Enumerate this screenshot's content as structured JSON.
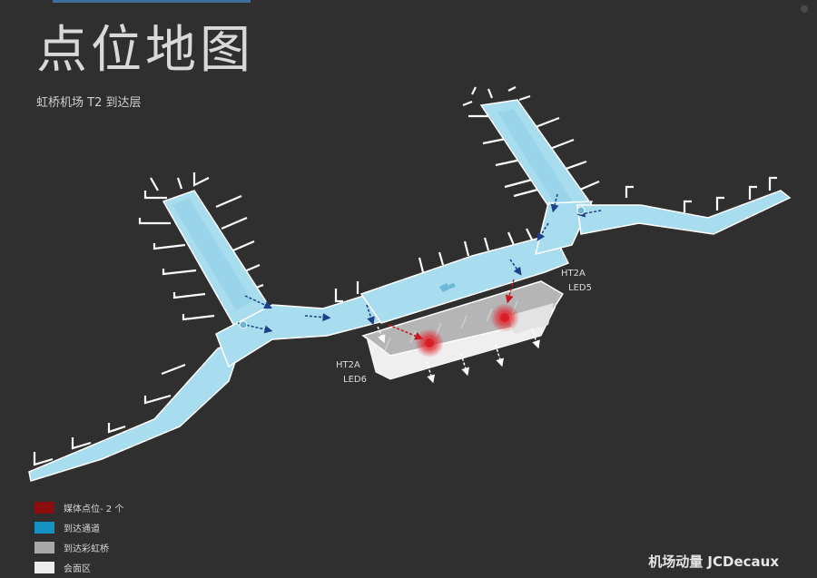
{
  "title": "点位地图",
  "subtitle": "虹桥机场 T2 到达层",
  "map": {
    "labels": {
      "ht2a_led5": [
        "HT2A",
        "LED5"
      ],
      "ht2a_led6": [
        "HT2A",
        "LED6"
      ]
    },
    "colors": {
      "corridor": "#a8dcef",
      "corridor_edge": "#ffffff",
      "bridge": "#b5b5b5",
      "meeting": "#efefef",
      "media": "#c8141e",
      "arrow": "#1b3f8a"
    }
  },
  "legend": [
    {
      "label": "媒体点位- 2 个",
      "color": "#8b0d0d"
    },
    {
      "label": "到达通道",
      "color": "#1592c4"
    },
    {
      "label": "到达彩虹桥",
      "color": "#a9a9a9"
    },
    {
      "label": "会面区",
      "color": "#ececec"
    }
  ],
  "brand": "机场动量 JCDecaux"
}
